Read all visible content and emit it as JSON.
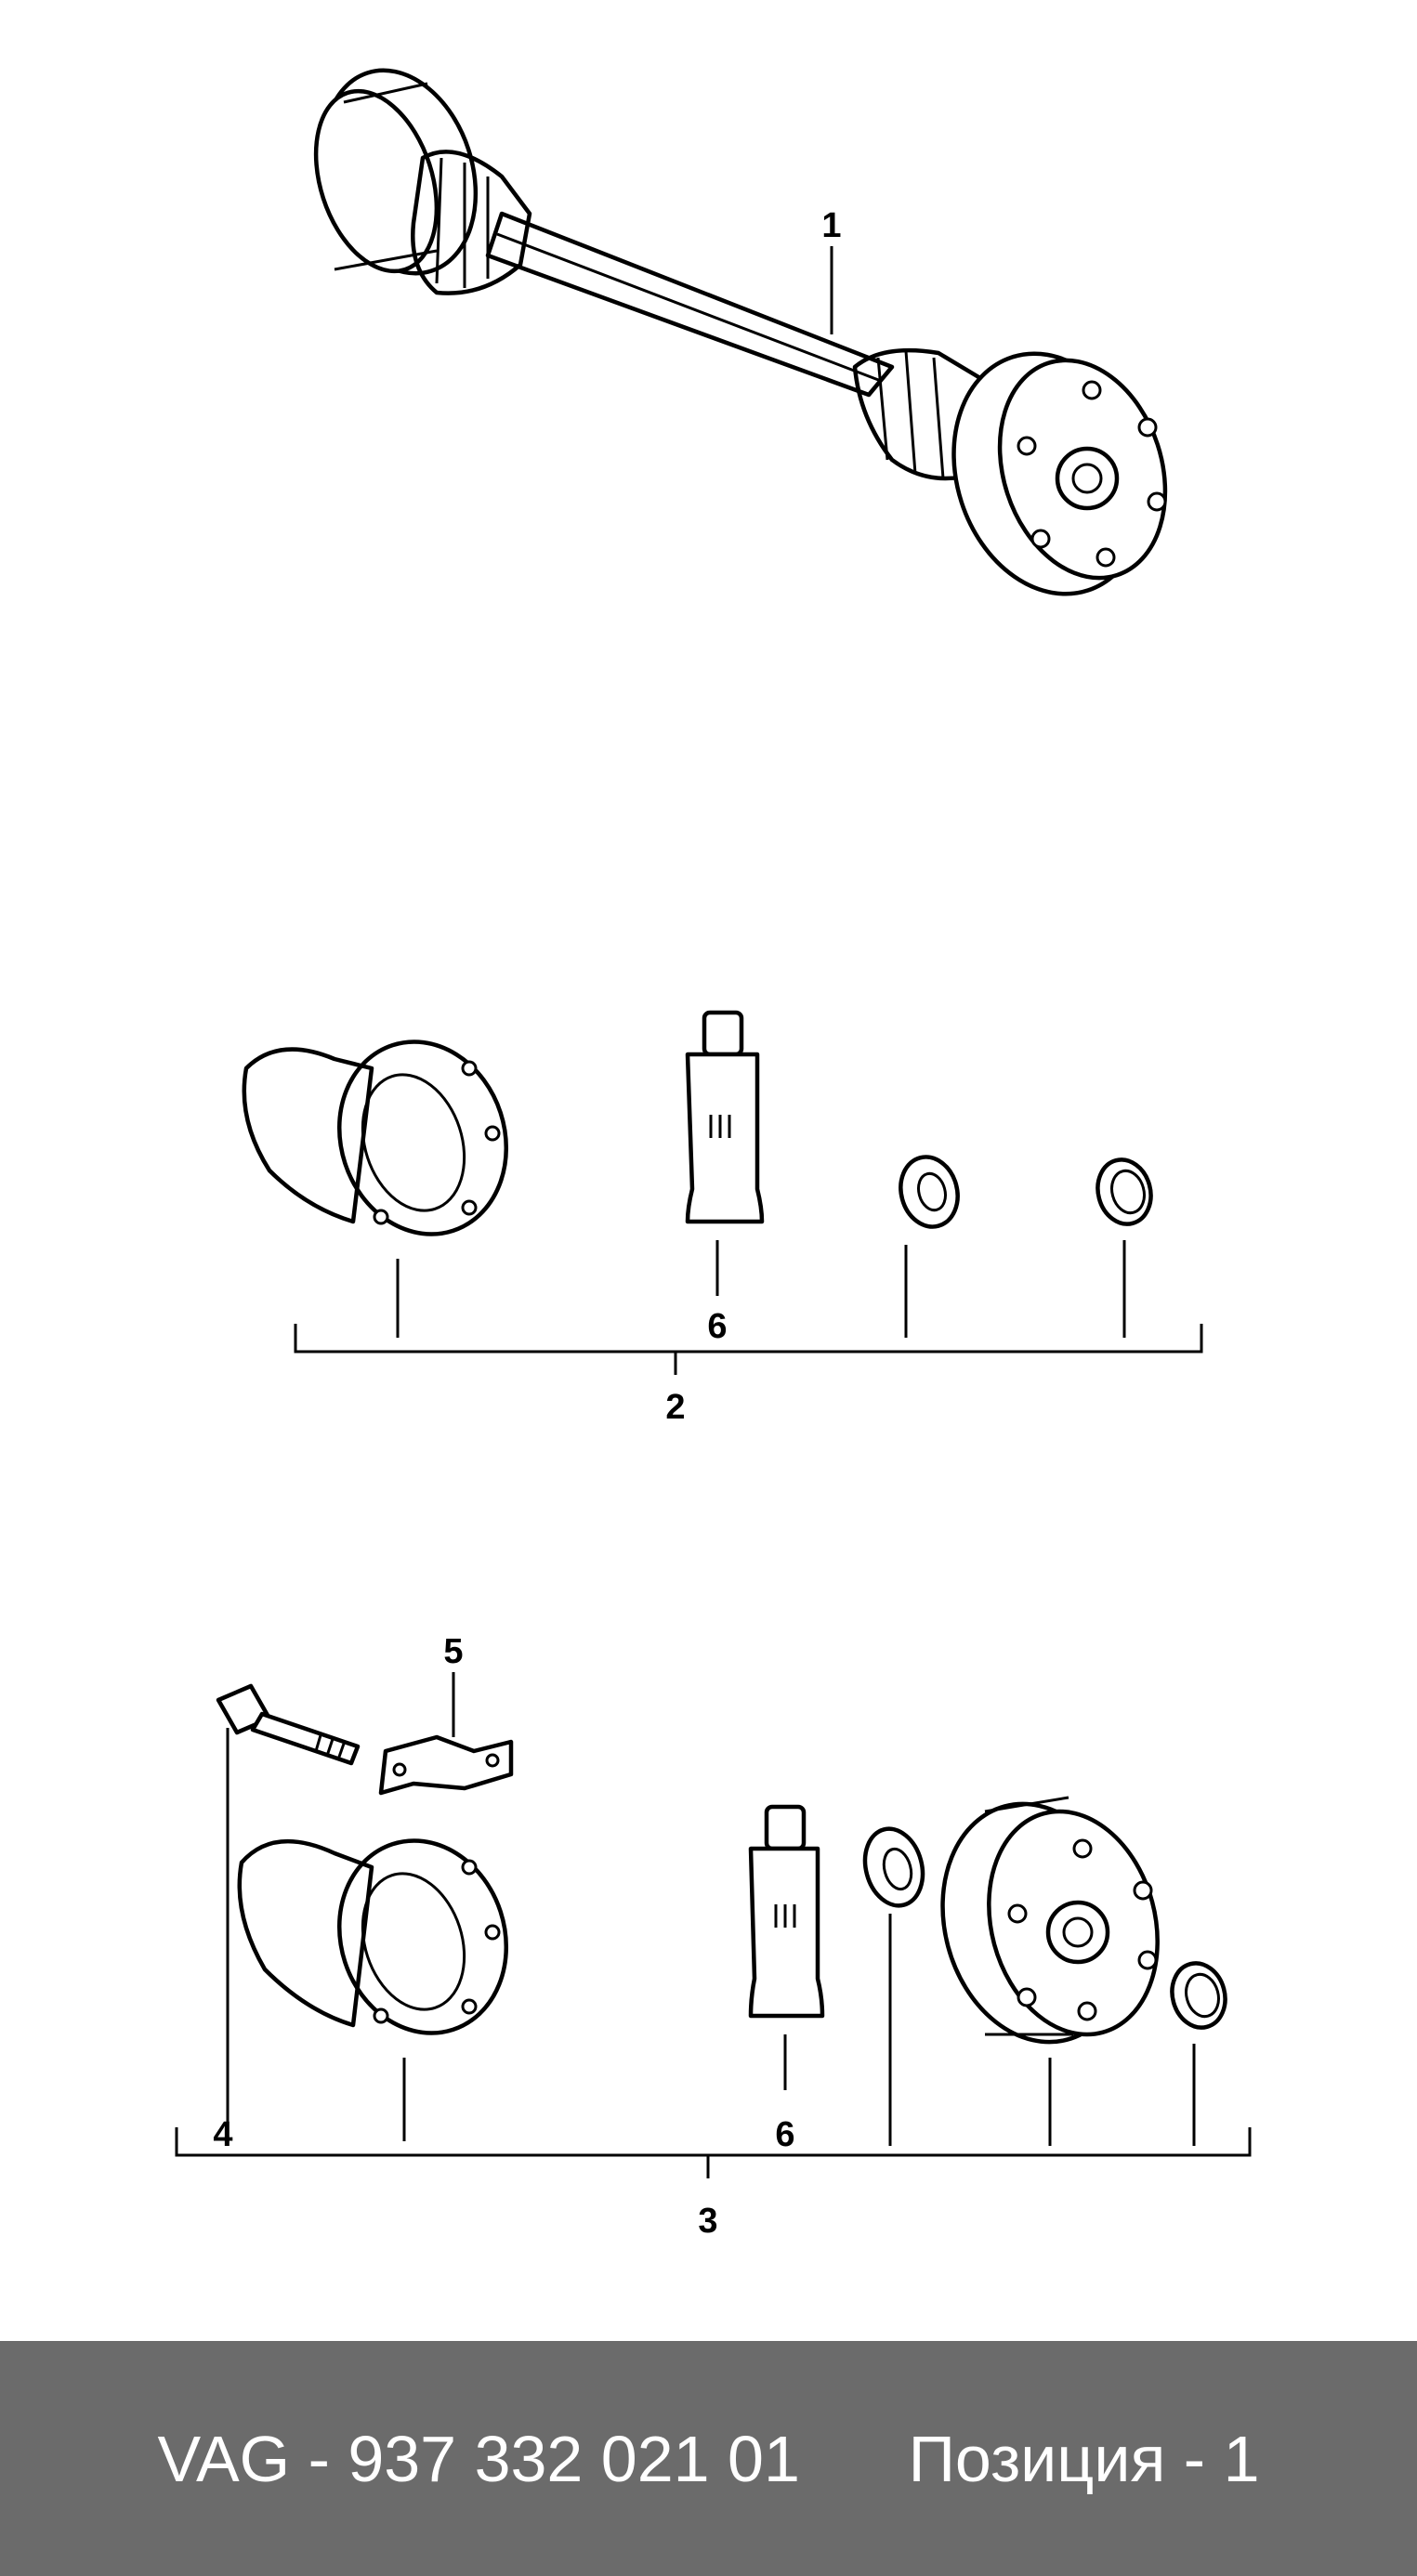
{
  "callouts": {
    "c1": "1",
    "c2": "2",
    "c3": "3",
    "c4": "4",
    "c5": "5",
    "c6a": "6",
    "c6b": "6"
  },
  "footer": {
    "part_number": "VAG - 937 332 021 01",
    "separator": "      ",
    "position": "Позиция - 1"
  }
}
